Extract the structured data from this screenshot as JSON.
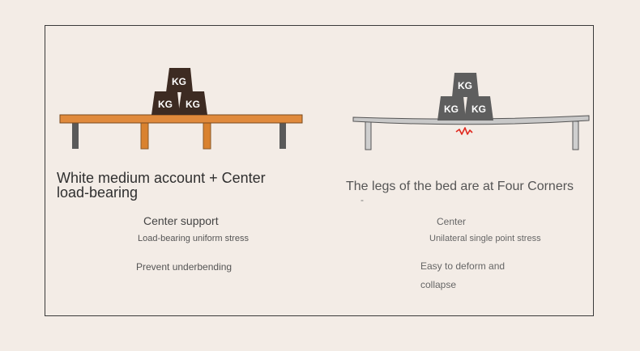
{
  "weights": {
    "label": "KG",
    "left_color": "#3d2b22",
    "right_color": "#5e5e5e"
  },
  "left": {
    "title": "White medium account + Center load-bearing",
    "subtitle": "Center support",
    "points": [
      "Load-bearing uniform stress",
      "Prevent underbending"
    ],
    "board_color": "#e08a3c",
    "leg_color": "#5a5a5a"
  },
  "right": {
    "title": "The legs of the bed are at Four Corners",
    "dash": "-",
    "subtitle": "Center",
    "points": [
      "Unilateral single point stress",
      "Easy to deform and",
      "collapse"
    ],
    "board_color": "#c8c8c8",
    "stress_color": "#e0281e"
  }
}
